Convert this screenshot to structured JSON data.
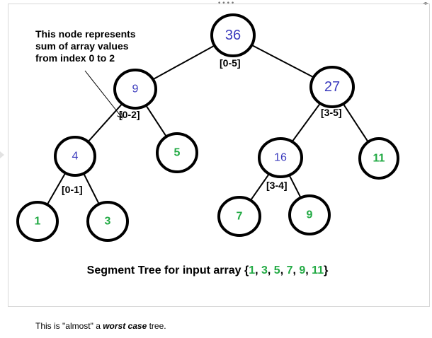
{
  "colors": {
    "internal_value": "#3b3bbd",
    "leaf_value": "#22aa44",
    "text": "#000000"
  },
  "annotation": {
    "lines": [
      "This node represents",
      "sum of array values",
      "from index 0 to 2"
    ]
  },
  "nodes": [
    {
      "id": "n36",
      "value": "36",
      "range": "[0-5]",
      "kind": "internal"
    },
    {
      "id": "n9a",
      "value": "9",
      "range": "[0-2]",
      "kind": "internal"
    },
    {
      "id": "n27",
      "value": "27",
      "range": "[3-5]",
      "kind": "internal"
    },
    {
      "id": "n4",
      "value": "4",
      "range": "[0-1]",
      "kind": "internal"
    },
    {
      "id": "n5",
      "value": "5",
      "range": "",
      "kind": "leaf"
    },
    {
      "id": "n16",
      "value": "16",
      "range": "[3-4]",
      "kind": "internal"
    },
    {
      "id": "n11",
      "value": "11",
      "range": "",
      "kind": "leaf"
    },
    {
      "id": "n1",
      "value": "1",
      "range": "",
      "kind": "leaf"
    },
    {
      "id": "n3",
      "value": "3",
      "range": "",
      "kind": "leaf"
    },
    {
      "id": "n7",
      "value": "7",
      "range": "",
      "kind": "leaf"
    },
    {
      "id": "n9b",
      "value": "9",
      "range": "",
      "kind": "leaf"
    }
  ],
  "caption": {
    "prefix": "Segment Tree for input array {",
    "items": [
      "1",
      "3",
      "5",
      "7",
      "9",
      "11"
    ],
    "suffix": "}"
  },
  "footer": {
    "before": "This is \"almost\" a ",
    "emphasis": "worst case",
    "after": " tree."
  }
}
